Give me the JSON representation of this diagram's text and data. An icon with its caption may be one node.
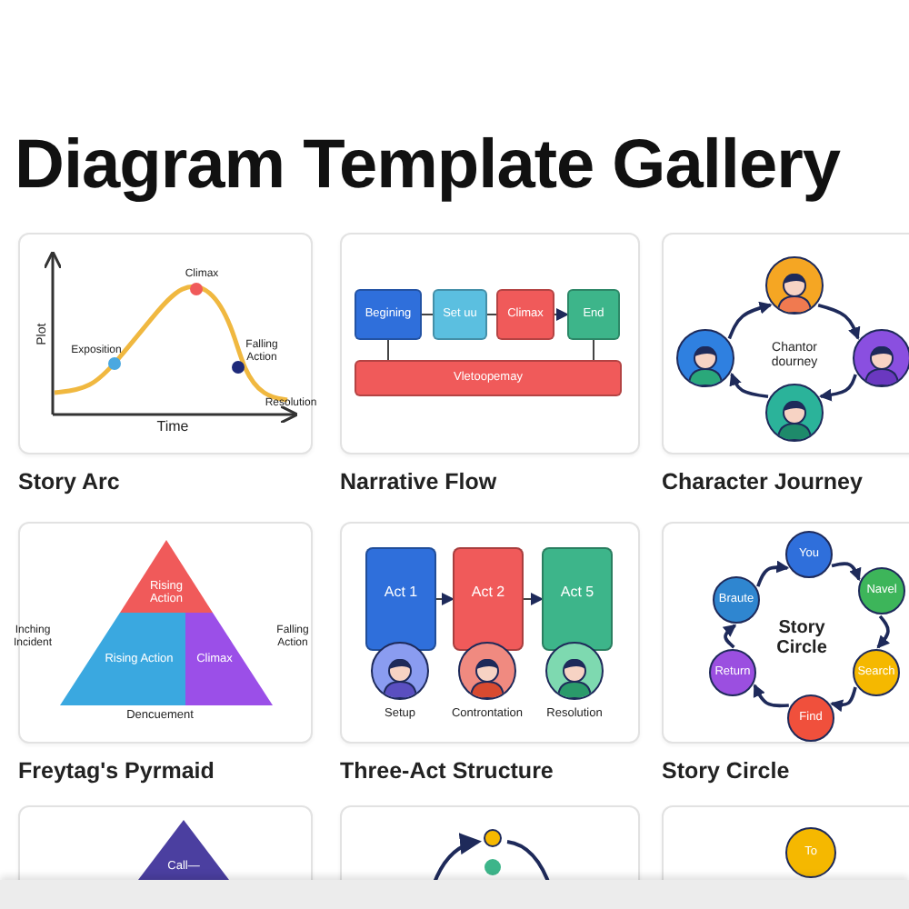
{
  "diagram": {
    "title": "Diagram Template Gallery",
    "nodes": [
      {
        "text": [
          "Story Arc"
        ]
      },
      {
        "text": [
          "Narrative Flow"
        ]
      },
      {
        "text": [
          "Begining"
        ],
        "in": 1
      },
      {
        "text": [
          "Set uu"
        ],
        "in": 1
      },
      {
        "text": [
          "Climax"
        ],
        "in": 1
      },
      {
        "text": [
          "End"
        ],
        "in": 1
      },
      {
        "text": [
          "Vletoopemay"
        ],
        "in": 1
      },
      {
        "text": [
          "Character Journey"
        ]
      },
      {
        "text": [],
        "shape": "person",
        "in": 7
      },
      {
        "text": [],
        "shape": "person",
        "in": 7
      },
      {
        "text": [],
        "shape": "person",
        "in": 7
      },
      {
        "text": [],
        "shape": "person",
        "in": 7
      },
      {
        "text": [
          "Freytag's Pyrmaid"
        ]
      },
      {
        "text": [
          "Rising Action"
        ],
        "in": 12
      },
      {
        "text": [
          "Rising Action"
        ],
        "in": 12
      },
      {
        "text": [
          "Climax"
        ],
        "in": 12
      },
      {
        "text": [
          "Three-Act Structure"
        ]
      },
      {
        "text": [
          "Act 1"
        ],
        "in": 16
      },
      {
        "text": [
          "Act 2"
        ],
        "in": 16
      },
      {
        "text": [
          "Act 5"
        ],
        "in": 16
      },
      {
        "text": [],
        "shape": "person",
        "in": 16,
        "beside": [
          "Setup"
        ]
      },
      {
        "text": [],
        "shape": "person",
        "in": 16,
        "beside": [
          "Controntation"
        ]
      },
      {
        "text": [],
        "shape": "person",
        "in": 16,
        "beside": [
          "Resolution"
        ]
      },
      {
        "text": [
          "Story Circle"
        ]
      },
      {
        "text": [
          "You"
        ],
        "in": 23
      },
      {
        "text": [
          "Navel"
        ],
        "in": 23
      },
      {
        "text": [
          "Search"
        ],
        "in": 23
      },
      {
        "text": [
          "Find"
        ],
        "in": 23
      },
      {
        "text": [
          "Return"
        ],
        "in": 23
      },
      {
        "text": [
          "Braute"
        ],
        "in": 23
      },
      {
        "text": [],
        "shape": "box"
      },
      {
        "text": [
          "Call—"
        ],
        "in": 30
      },
      {
        "text": [],
        "shape": "box"
      },
      {
        "text": [],
        "shape": "box"
      },
      {
        "text": [
          "To"
        ],
        "in": 33
      }
    ],
    "edges": [
      {
        "from": 2,
        "to": 3,
        "arrow": "none"
      },
      {
        "from": 3,
        "to": 4,
        "arrow": "none"
      },
      {
        "from": 4,
        "to": 5,
        "arrow": "to"
      },
      {
        "from": 2,
        "to": 6,
        "arrow": "none"
      },
      {
        "from": 5,
        "to": 6,
        "arrow": "none"
      },
      {
        "from": 9,
        "to": 8,
        "arrow": "to"
      },
      {
        "from": 8,
        "to": 10,
        "arrow": "to"
      },
      {
        "from": 10,
        "to": 11,
        "arrow": "to"
      },
      {
        "from": 11,
        "to": 9,
        "arrow": "to"
      },
      {
        "from": 17,
        "to": 18,
        "arrow": "to"
      },
      {
        "from": 18,
        "to": 19,
        "arrow": "to"
      },
      {
        "from": 24,
        "to": 25,
        "arrow": "to"
      },
      {
        "from": 25,
        "to": 26,
        "arrow": "to"
      },
      {
        "from": 26,
        "to": 27,
        "arrow": "to"
      },
      {
        "from": 27,
        "to": 28,
        "arrow": "to"
      },
      {
        "from": 28,
        "to": 29,
        "arrow": "to"
      },
      {
        "from": 29,
        "to": 24,
        "arrow": "to"
      }
    ],
    "labels": [
      "Plot",
      "Climax",
      "Exposition",
      "Falling Action",
      "Resolution",
      "Time",
      "Chantor dourney",
      "Inching Incident",
      "Falling Action",
      "Dencuement",
      "Story Circle"
    ]
  }
}
